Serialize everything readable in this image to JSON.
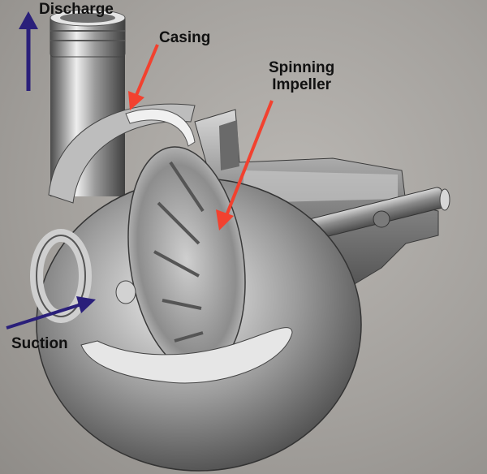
{
  "labels": {
    "discharge": "Discharge",
    "casing": "Casing",
    "spinning_line1": "Spinning",
    "spinning_line2": "Impeller",
    "suction": "Suction"
  },
  "colors": {
    "flow_arrow": "#2a1f7a",
    "callout_arrow": "#f2412f",
    "background": "#a4a19d",
    "metal_light": "#eeeeee",
    "metal_dark": "#4a4a4a"
  }
}
